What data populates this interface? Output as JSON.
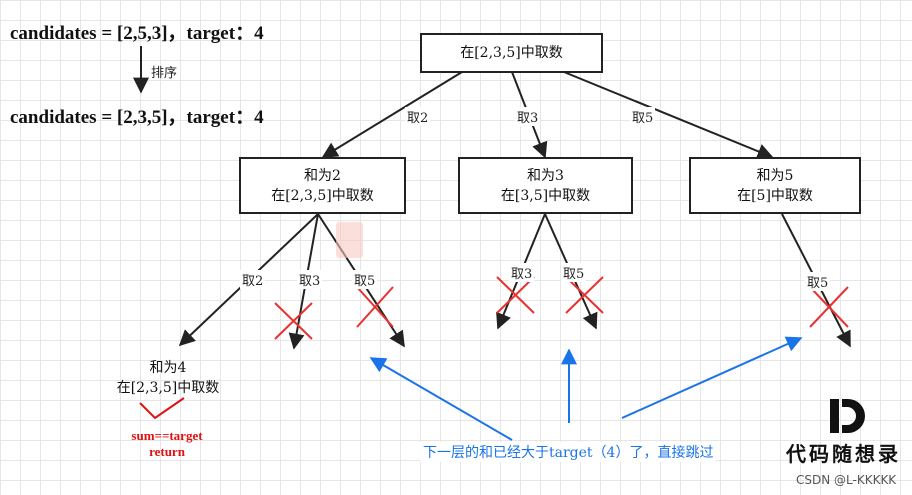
{
  "header": {
    "line1": "candidates = [2,5,3]，target：4",
    "sort_label": "排序",
    "line2": "candidates = [2,3,5]，target：4"
  },
  "root": {
    "text": "在[2,3,5]中取数"
  },
  "edges_level1": [
    "取2",
    "取3",
    "取5"
  ],
  "level1_nodes": [
    {
      "line1": "和为2",
      "line2": "在[2,3,5]中取数"
    },
    {
      "line1": "和为3",
      "line2": "在[3,5]中取数"
    },
    {
      "line1": "和为5",
      "line2": "在[5]中取数"
    }
  ],
  "edges_sum2": [
    "取2",
    "取3",
    "取5"
  ],
  "edges_sum3": [
    "取3",
    "取5"
  ],
  "edges_sum5": [
    "取5"
  ],
  "leaf": {
    "line1": "和为4",
    "line2": "在[2,3,5]中取数"
  },
  "result": {
    "line1": "sum==target",
    "line2": "return"
  },
  "note": "下一层的和已经大于target（4）了，直接跳过",
  "brand": {
    "text": "代码随想录",
    "watermark": "CSDN @L-KKKKK"
  },
  "colors": {
    "cross": "#e8322f",
    "note_arrow": "#1a73e8",
    "check": "#e01010"
  }
}
